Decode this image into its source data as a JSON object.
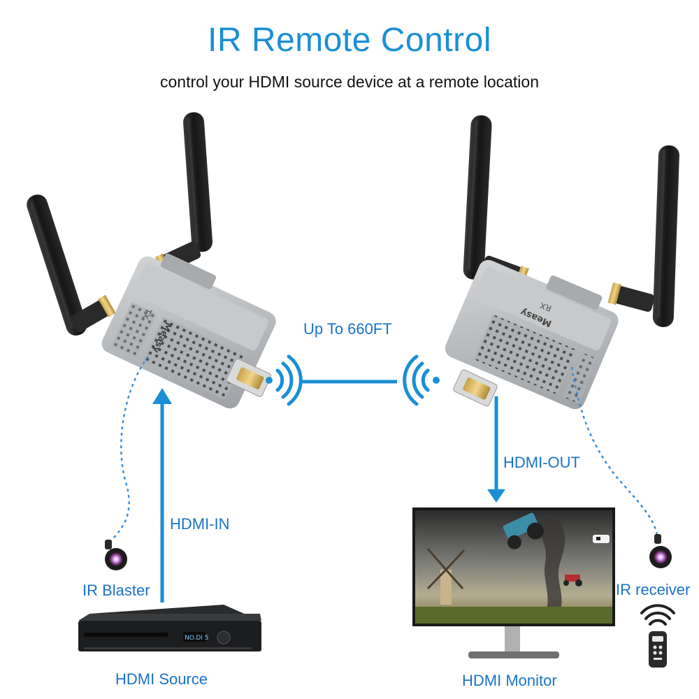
{
  "title": "IR Remote Control",
  "subtitle": "control your HDMI source device at a remote location",
  "labels": {
    "range": "Up To 660FT",
    "hdmi_in": "HDMI-IN",
    "hdmi_out": "HDMI-OUT",
    "ir_blaster": "IR Blaster",
    "ir_receiver": "IR receiver",
    "hdmi_source": "HDMI Source",
    "hdmi_monitor": "HDMI Monitor"
  },
  "devices": {
    "tx_tag": "TX",
    "rx_tag": "RX",
    "brand": "Measy",
    "player_display": "NO.DI 5"
  },
  "colors": {
    "accent": "#1a8fd6",
    "label": "#1a73c8",
    "device_body": "#b9bcbf",
    "antenna": "#1e1e1e"
  }
}
